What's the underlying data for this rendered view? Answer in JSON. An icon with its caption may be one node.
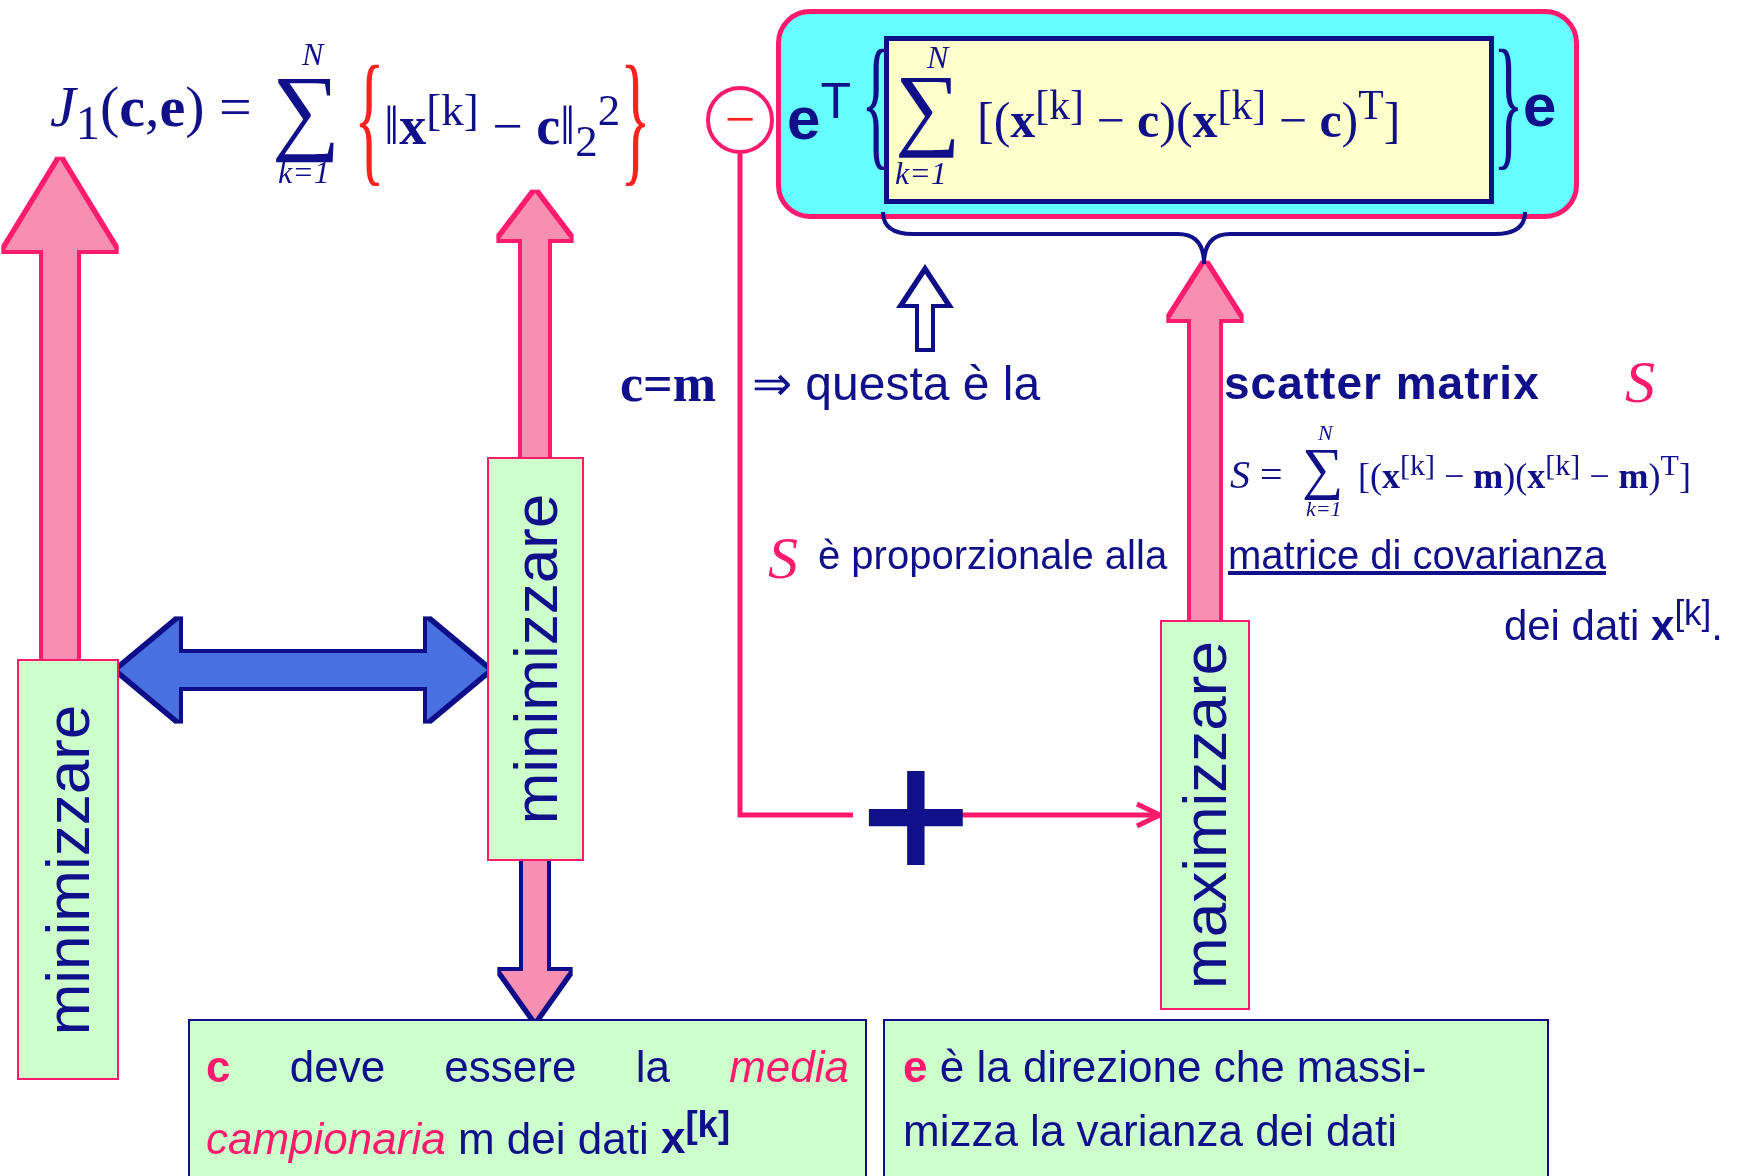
{
  "diagram": {
    "nodes": [
      {
        "text": [
          "*J*$_{1}$(**c**,**e**) ="
        ]
      },
      {
        "text": [
          "N",
          "∑",
          "k=1",
          "{",
          "‖**x**$^{[k]}$ − **c**‖$_{2}$$^{2}$",
          "}"
        ]
      },
      {
        "text": [
          "−"
        ]
      },
      {
        "text": [
          "**e**$^{T}$",
          "{",
          "}",
          "**e**"
        ]
      },
      {
        "text": [
          "N",
          "∑",
          "k=1",
          "[(**x**$^{[k]}$ − **c**)(**x**$^{[k]}$ − **c**)$^{T}$]"
        ],
        "in": 3
      },
      {
        "text": [],
        "shape": "brace"
      },
      {
        "text": [
          "c=m",
          "⇒ questa è la",
          "scatter matrix",
          "S"
        ]
      },
      {
        "text": [
          "minimizzare"
        ]
      },
      {
        "text": [
          "minimizzare"
        ]
      },
      {
        "text": [
          "+"
        ]
      },
      {
        "text": [
          "maximizzare"
        ]
      },
      {
        "text": [
          "**c** deve essere la *media campionaria* m dei dati **x$^{[k]}$**"
        ]
      },
      {
        "text": [
          "**e** è la direzione che massi- mizza la varianza dei dati"
        ]
      }
    ],
    "edges": [
      {
        "from": 7,
        "to": 0,
        "arrow": "to"
      },
      {
        "from": 8,
        "to": 1,
        "arrow": "to"
      },
      {
        "from": 7,
        "to": 8,
        "arrow": "both",
        "color": "#4a6fe0"
      },
      {
        "from": 8,
        "to": 11,
        "arrow": "to"
      },
      {
        "from": 2,
        "to": 9,
        "arrow": "none",
        "color": "#ff1a6e"
      },
      {
        "from": 9,
        "to": 10,
        "arrow": "to",
        "color": "#ff1a6e"
      },
      {
        "from": 6,
        "to": 5,
        "arrow": "to",
        "color": "#10108a"
      },
      {
        "from": 10,
        "to": 5,
        "arrow": "to"
      }
    ],
    "labels": [
      "*S* =",
      "N",
      "∑",
      "k=1",
      "[(**x**$^{[k]}$ − **m**)(**x**$^{[k]}$ − **m**)$^{T}$]",
      "S",
      "è proporzionale alla",
      "matrice di covarianza",
      "dei dati **x**$^{[k]}$."
    ]
  }
}
